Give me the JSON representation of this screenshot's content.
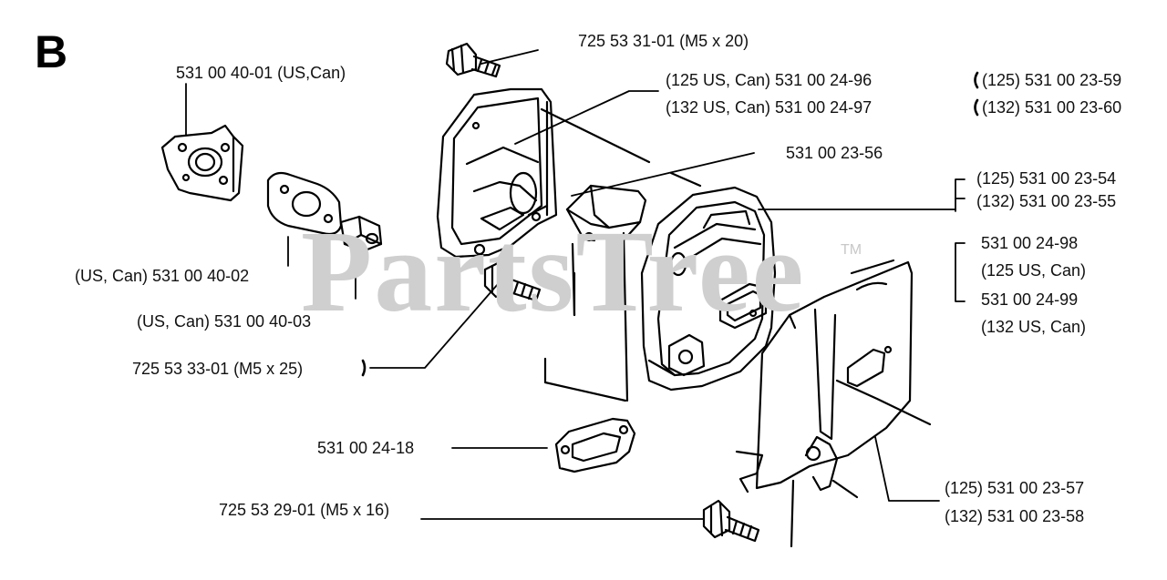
{
  "section_letter": "B",
  "watermark": {
    "text": "PartsTree",
    "tm": "TM"
  },
  "labels": {
    "screw_m5x20": "725 53 31-01 (M5 x 20)",
    "gasket_us_can": "531 00 40-01 (US,Can)",
    "housing_125": "(125 US, Can) 531 00 24-96",
    "housing_132": "(132 US, Can) 531 00 24-97",
    "kit_125": "(125) 531 00 23-59",
    "kit_132": "(132) 531 00 23-60",
    "bracket": "531 00 23-56",
    "muffler_125": "(125) 531 00 23-54",
    "muffler_132": "(132) 531 00 23-55",
    "muffler_us_125_num": "531 00 24-98",
    "muffler_us_125_note": "(125 US, Can)",
    "muffler_us_132_num": "531 00 24-99",
    "muffler_us_132_note": "(132 US, Can)",
    "plate_gasket": "(US, Can) 531 00 40-02",
    "nut": "(US, Can) 531 00 40-03",
    "screw_m5x25": "725 53 33-01 (M5 x 25)",
    "exhaust_gasket": "531 00 24-18",
    "screw_m5x16": "725 53 29-01 (M5 x 16)",
    "heatshield_125": "(125) 531 00 23-57",
    "heatshield_132": "(132) 531 00 23-58"
  }
}
